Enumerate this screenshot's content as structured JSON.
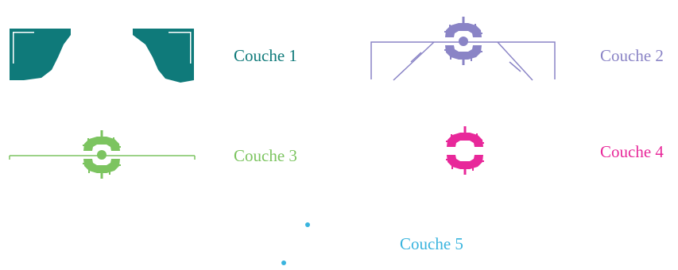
{
  "layers": [
    {
      "label": "Couche 1",
      "color": "#0f7a7a"
    },
    {
      "label": "Couche 2",
      "color": "#8a84c6"
    },
    {
      "label": "Couche 3",
      "color": "#7cc460"
    },
    {
      "label": "Couche 4",
      "color": "#e8289a"
    },
    {
      "label": "Couche 5",
      "color": "#39b4de"
    }
  ]
}
